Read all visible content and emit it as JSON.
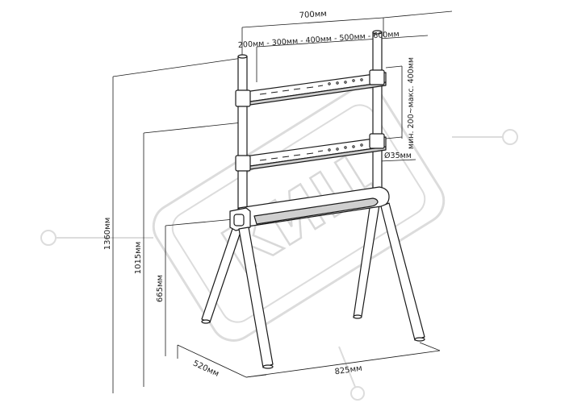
{
  "watermark": {
    "text": "КИЦ"
  },
  "dimensions": {
    "width_total": "700мм",
    "vesa_horizontal": "200мм - 300мм - 400мм - 500мм - 600мм",
    "vesa_vertical": "мин. 200~макс. 400мм",
    "pole_diameter": "Ø35мм",
    "height_total": "1360мм",
    "height_bracket": "1015мм",
    "height_shelf": "665мм",
    "depth": "520мм",
    "base_width": "825мм"
  },
  "colors": {
    "line": "#1a1a1a",
    "fill": "#ffffff",
    "shade": "#cfcfcf",
    "watermark": "#d8d8d8"
  }
}
